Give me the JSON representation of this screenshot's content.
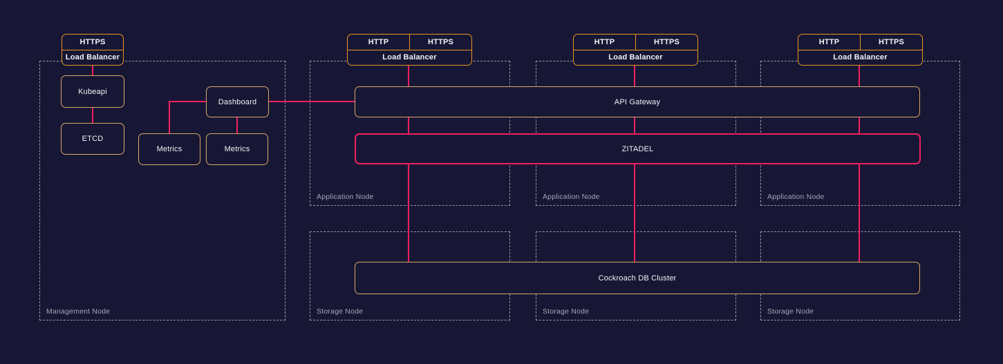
{
  "colors": {
    "background": "#171735",
    "accent_pink": "#f0205f",
    "border_orange": "#ee9420",
    "border_tan": "#d9a965",
    "node_dash": "#9a9aa6",
    "node_label": "#a5a5b5",
    "text": "#f2f2f7"
  },
  "management_node": {
    "label": "Management Node",
    "load_balancer": {
      "protocols": [
        "HTTPS"
      ],
      "label": "Load Balancer"
    },
    "boxes": {
      "kubeapi": "Kubeapi",
      "etcd": "ETCD",
      "dashboard": "Dashboard",
      "metrics_left": "Metrics",
      "metrics_right": "Metrics"
    }
  },
  "application_nodes": [
    {
      "label": "Application Node",
      "load_balancer": {
        "protocols": [
          "HTTP",
          "HTTPS"
        ],
        "label": "Load Balancer"
      }
    },
    {
      "label": "Application Node",
      "load_balancer": {
        "protocols": [
          "HTTP",
          "HTTPS"
        ],
        "label": "Load Balancer"
      }
    },
    {
      "label": "Application Node",
      "load_balancer": {
        "protocols": [
          "HTTP",
          "HTTPS"
        ],
        "label": "Load Balancer"
      }
    }
  ],
  "shared_services": {
    "api_gateway": "API Gateway",
    "zitadel": "ZITADEL",
    "cockroach_db": "Cockroach DB Cluster"
  },
  "storage_nodes": [
    {
      "label": "Storage Node"
    },
    {
      "label": "Storage Node"
    },
    {
      "label": "Storage Node"
    }
  ]
}
